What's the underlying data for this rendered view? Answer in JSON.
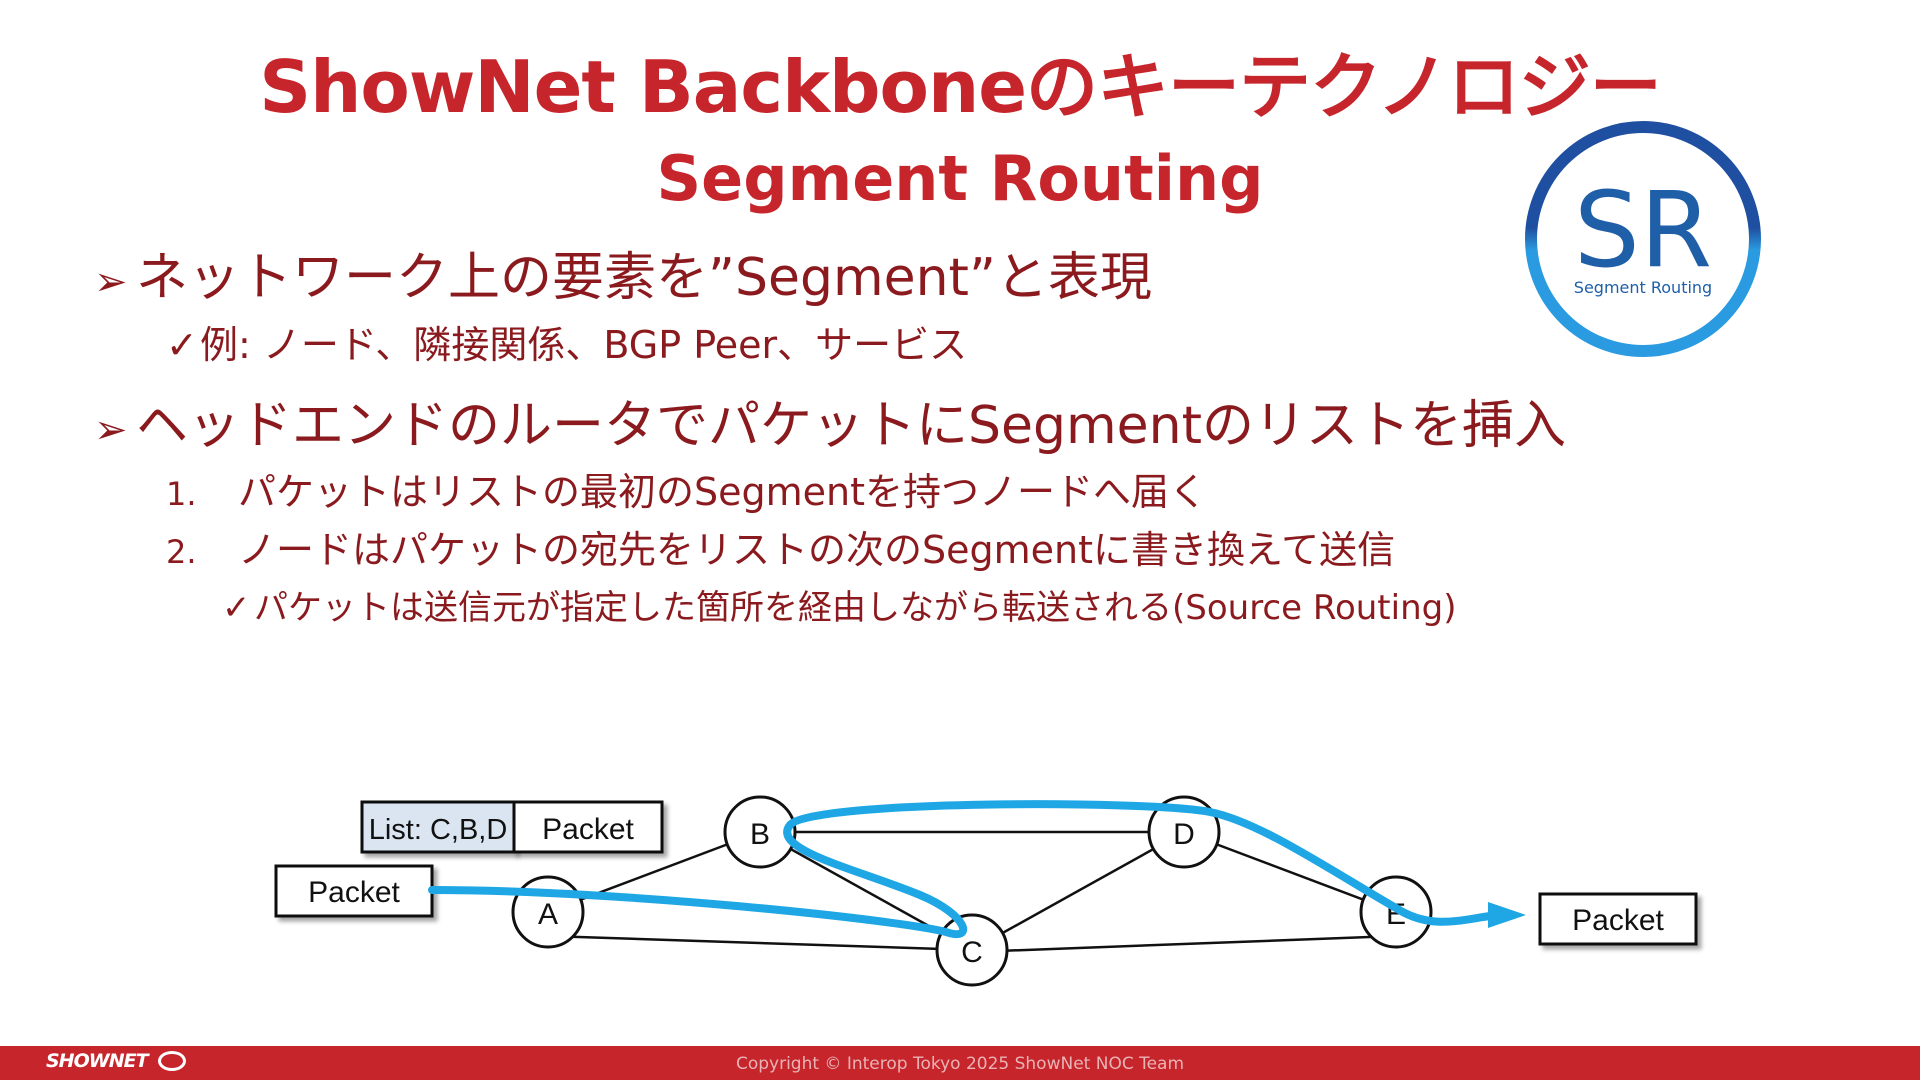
{
  "header": {
    "title": "ShowNet Backboneのキーテクノロジー",
    "subtitle": "Segment Routing"
  },
  "logo": {
    "mark": "SR",
    "caption": "Segment Routing"
  },
  "bullets": {
    "b1": "ネットワーク上の要素を”Segment”と表現",
    "b1_sub": "例: ノード、隣接関係、BGP Peer、サービス",
    "b2": "ヘッドエンドのルータでパケットにSegmentのリストを挿入",
    "steps": [
      {
        "n": "1.",
        "text": "パケットはリストの最初のSegmentを持つノードへ届く"
      },
      {
        "n": "2.",
        "text": "ノードはパケットの宛先をリストの次のSegmentに書き換えて送信"
      }
    ],
    "step2_sub": "パケットは送信元が指定した箇所を経由しながら転送される(Source Routing)"
  },
  "diagram": {
    "input_packet": "Packet",
    "list_label": "List: C,B,D",
    "list_packet": "Packet",
    "output_packet": "Packet",
    "nodes": {
      "a": "A",
      "b": "B",
      "c": "C",
      "d": "D",
      "e": "E"
    }
  },
  "footer": {
    "brand": "SHOWNET",
    "copyright": "Copyright © Interop Tokyo 2025 ShowNet NOC Team"
  },
  "colors": {
    "title_red": "#c6252b",
    "text_dark_red": "#8b1a1e",
    "path_blue": "#1ea7e4",
    "logo_blue_dark": "#1f4fa0",
    "logo_blue_light": "#2a9be0",
    "list_fill": "#dbe5f1"
  }
}
